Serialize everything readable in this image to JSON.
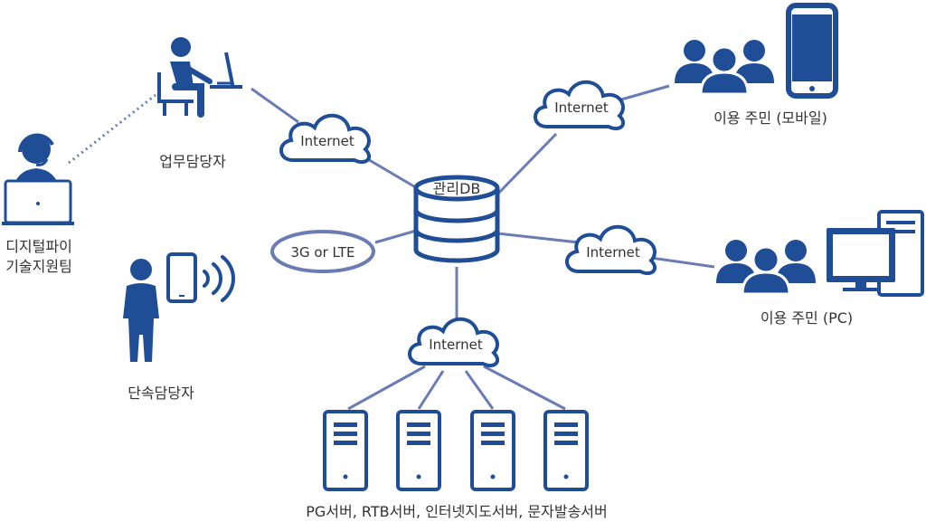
{
  "colors": {
    "primary": "#1f4e96",
    "line": "#6b7cb5",
    "text": "#333333",
    "white": "#ffffff"
  },
  "labels": {
    "digital_team_line1": "디지털파이",
    "digital_team_line2": "기술지원팀",
    "office_staff": "업무담당자",
    "field_staff": "단속담당자",
    "database": "관리DB",
    "mobile_network": "3G or LTE",
    "internet": "Internet",
    "residents_mobile": "이용 주민 (모바일)",
    "residents_pc": "이용 주민 (PC)",
    "servers": "PG서버, RTB서버, 인터넷지도서버, 문자발송서버"
  }
}
